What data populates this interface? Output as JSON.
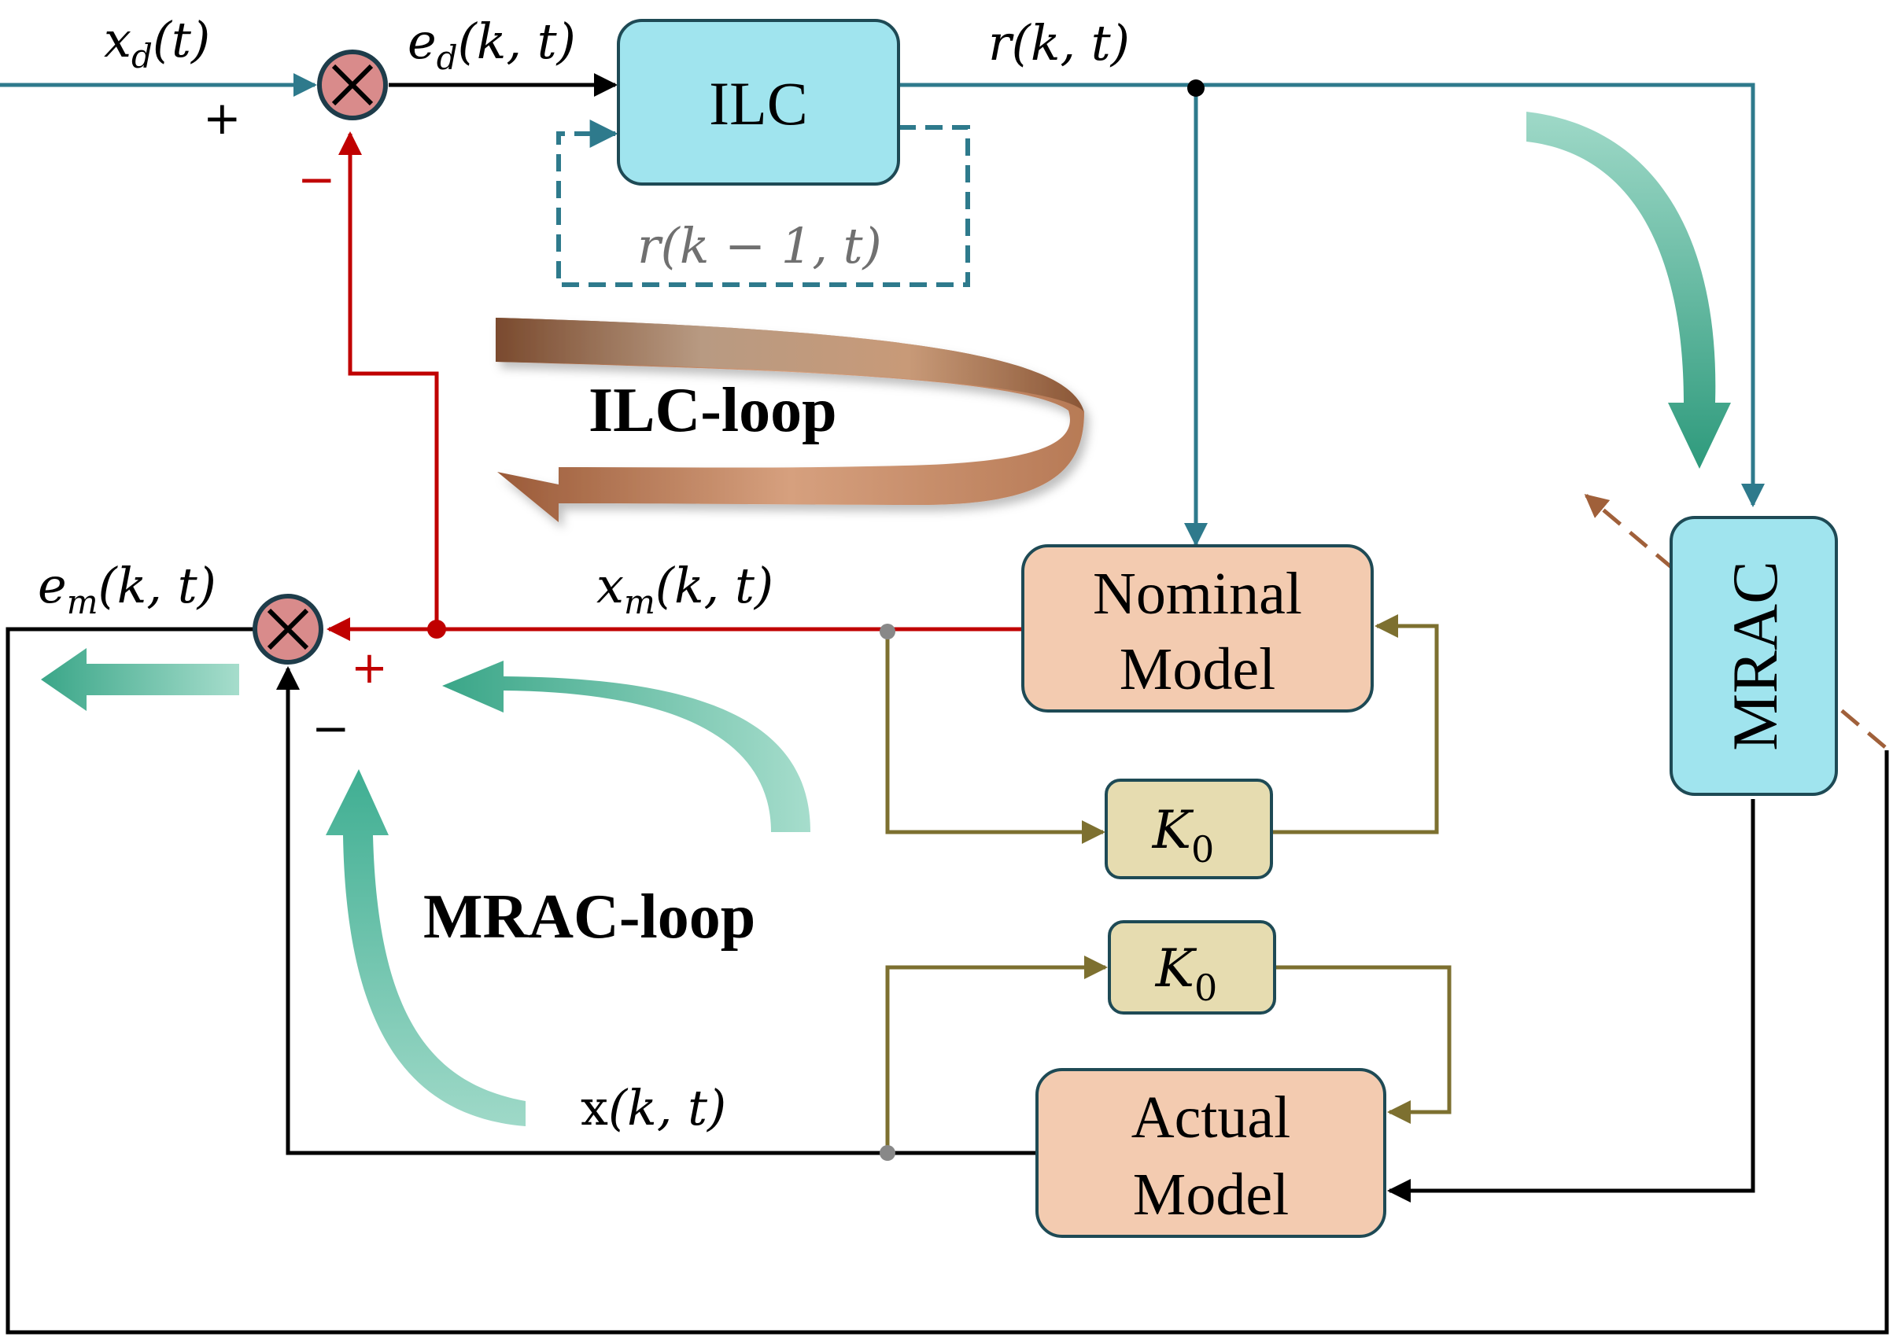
{
  "blocks": {
    "ilc": "ILC",
    "mrac": "MRAC",
    "nominal_line1": "Nominal",
    "nominal_line2": "Model",
    "actual_line1": "Actual",
    "actual_line2": "Model",
    "gain_top": "K",
    "gain_top_sub": "0",
    "gain_bottom": "K",
    "gain_bottom_sub": "0"
  },
  "signals": {
    "xd_main": "x",
    "xd_sub": "d",
    "xd_args": "(t)",
    "ed_main": "e",
    "ed_sub": "d",
    "ed_args": "(k, t)",
    "r": "r(k, t)",
    "r_prev": "r(k − 1, t)",
    "xm_main": "x",
    "xm_sub": "m",
    "xm_args": "(k, t)",
    "em_main": "e",
    "em_sub": "m",
    "em_args": "(k, t)",
    "x_main": "x",
    "x_args": "(k, t)"
  },
  "signs": {
    "top_plus": "+",
    "top_minus": "−",
    "bottom_plus": "+",
    "bottom_minus": "−"
  },
  "loops": {
    "ilc": "ILC-loop",
    "mrac": "MRAC-loop"
  },
  "colors": {
    "teal_line": "#2e7a8c",
    "red_line": "#c00000",
    "olive_line": "#7d7030",
    "black_line": "#000000",
    "cyan_block": "#a0e4ee",
    "peach_block": "#f3cbb0",
    "gain_block": "#e6dcb0",
    "summer_fill": "#d98b8b",
    "green_arrow": "#3fae92",
    "brown_arrow": "#a86a48",
    "dashed_brown": "#a0603a"
  }
}
